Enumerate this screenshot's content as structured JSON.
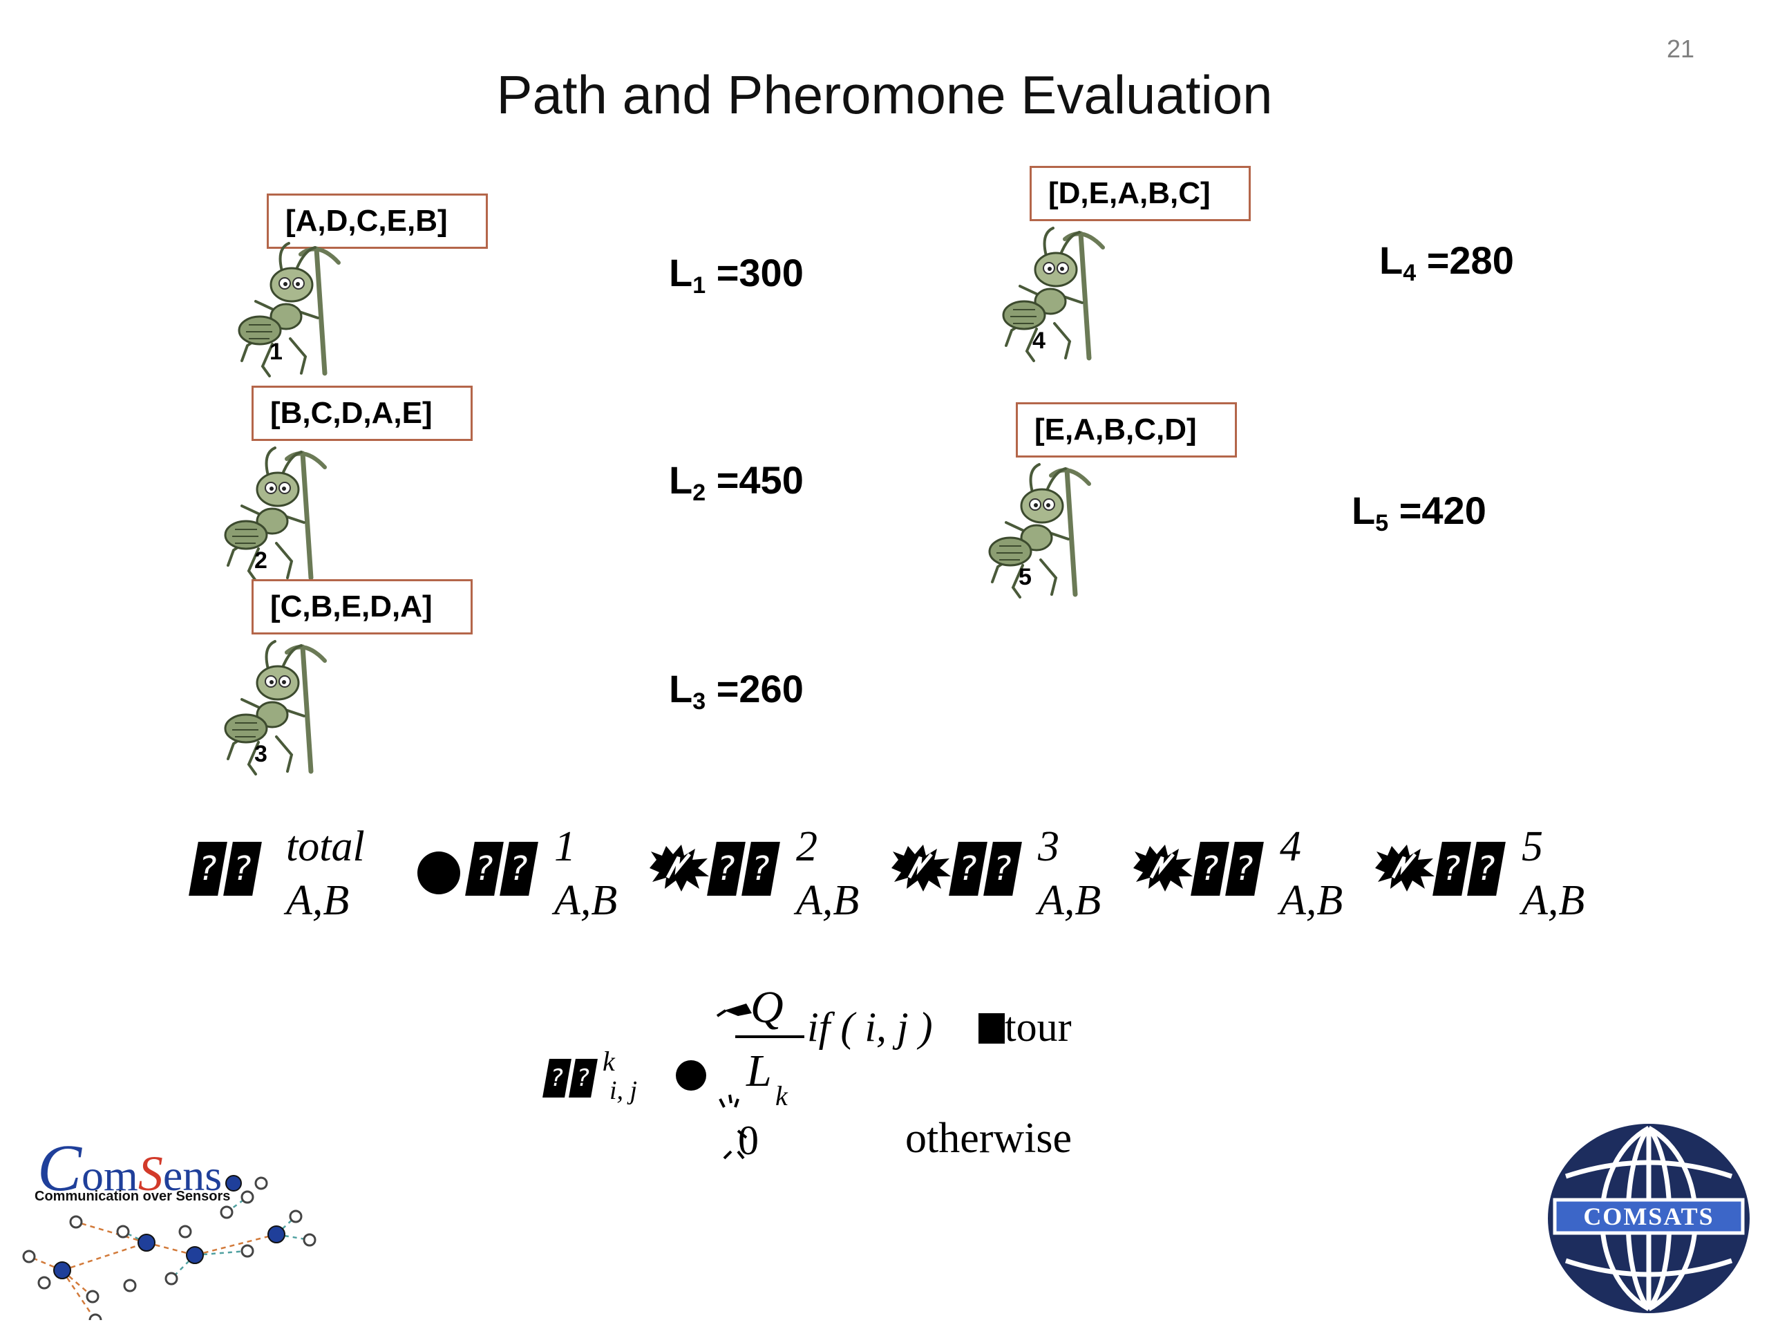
{
  "slide": {
    "page_number": "21",
    "title": "Path and Pheromone Evaluation"
  },
  "ants": [
    {
      "number": "1",
      "path": "[A,D,C,E,B]",
      "length_label": "L",
      "length_index": "1",
      "length_value": " =300"
    },
    {
      "number": "2",
      "path": "[B,C,D,A,E]",
      "length_label": "L",
      "length_index": "2",
      "length_value": " =450"
    },
    {
      "number": "3",
      "path": "[C,B,E,D,A]",
      "length_label": "L",
      "length_index": "3",
      "length_value": " =260"
    },
    {
      "number": "4",
      "path": "[D,E,A,B,C]",
      "length_label": "L",
      "length_index": "4",
      "length_value": " =280"
    },
    {
      "number": "5",
      "path": "[E,A,B,C,D]",
      "length_label": "L",
      "length_index": "5",
      "length_value": " =420"
    }
  ],
  "formula_total": {
    "glyph": "?",
    "terms": [
      {
        "sup": "total",
        "sub": "A,B"
      },
      {
        "sup": "1",
        "sub": "A,B"
      },
      {
        "sup": "2",
        "sub": "A,B"
      },
      {
        "sup": "3",
        "sub": "A,B"
      },
      {
        "sup": "4",
        "sub": "A,B"
      },
      {
        "sup": "5",
        "sub": "A,B"
      }
    ]
  },
  "formula_delta": {
    "glyph": "?",
    "sup": "k",
    "sub": "i, j",
    "numerator": "Q",
    "denominator": "L",
    "denominator_sub": "k",
    "condition": "if ( i, j )",
    "condition_word": "tour",
    "zero": "0",
    "otherwise": "otherwise"
  },
  "logos": {
    "comsens_c": "C",
    "comsens_om": "om",
    "comsens_s": "S",
    "comsens_ens": "ens",
    "comsens_tagline": "Communication over Sensors",
    "comsats": "COMSATS"
  },
  "colors": {
    "box_border": "#b4664a",
    "comsens_blue": "#1f3f9a",
    "comsens_red": "#d23a2a",
    "comsats_navy": "#1d2d5e",
    "comsats_band": "#3c66c8"
  }
}
